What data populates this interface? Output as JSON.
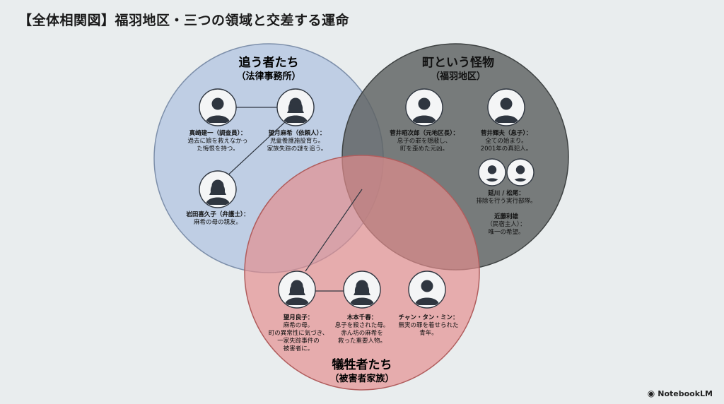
{
  "title": "【全体相関図】福羽地区・三つの領域と交差する運命",
  "colors": {
    "blue": "#9cb5dc",
    "dark": "#5e6262",
    "red": "#e48e8e",
    "avatar": "#2f3640"
  },
  "groups": {
    "pursuers": {
      "title": "追う者たち",
      "subtitle": "（法律事務所）"
    },
    "town": {
      "title": "町という怪物",
      "subtitle": "（福羽地区）"
    },
    "victims": {
      "title": "犠牲者たち",
      "subtitle": "（被害者家族）"
    }
  },
  "people": {
    "makabe": {
      "lines": [
        "真崎建一（調査員）：",
        "過去に娘を救えなかっ",
        "た悔恨を持つ。"
      ]
    },
    "mochizuki_maki": {
      "lines": [
        "望月麻希（依頼人）：",
        "児童養護施設育ち。",
        "家族失踪の謎を追う。"
      ]
    },
    "iwata": {
      "lines": [
        "岩田喜久子（弁護士）：",
        "麻希の母の親友。"
      ]
    },
    "sugai_shojiro": {
      "lines": [
        "菅井昭次郎（元地区長）：",
        "息子の罪を隠蔽し、",
        "町を歪めた元凶。"
      ]
    },
    "sugai_teruo": {
      "lines": [
        "菅井輝夫（息子）：",
        "全ての始まり。",
        "2001年の真犯人。"
      ]
    },
    "nobekawa": {
      "lines": [
        "延川 / 松尾：",
        "排除を行う実行部隊。"
      ]
    },
    "kondo": {
      "lines": [
        "近藤利雄",
        "（民宿主人）：",
        "唯一の希望。"
      ]
    },
    "mochizuki_ryoko": {
      "lines": [
        "望月良子：",
        "麻希の母。",
        "町の異常性に気づき、",
        "一家失踪事件の",
        "被害者に。"
      ]
    },
    "kimoto": {
      "lines": [
        "木本千春：",
        "息子を殺された母。",
        "赤ん坊の麻希を",
        "救った重要人物。"
      ]
    },
    "chan": {
      "lines": [
        "チャン・タン・ミン：",
        "無実の罪を着せられた",
        "青年。"
      ]
    }
  },
  "brand": {
    "icon": "notebooklm-icon",
    "name": "NotebookLM"
  }
}
